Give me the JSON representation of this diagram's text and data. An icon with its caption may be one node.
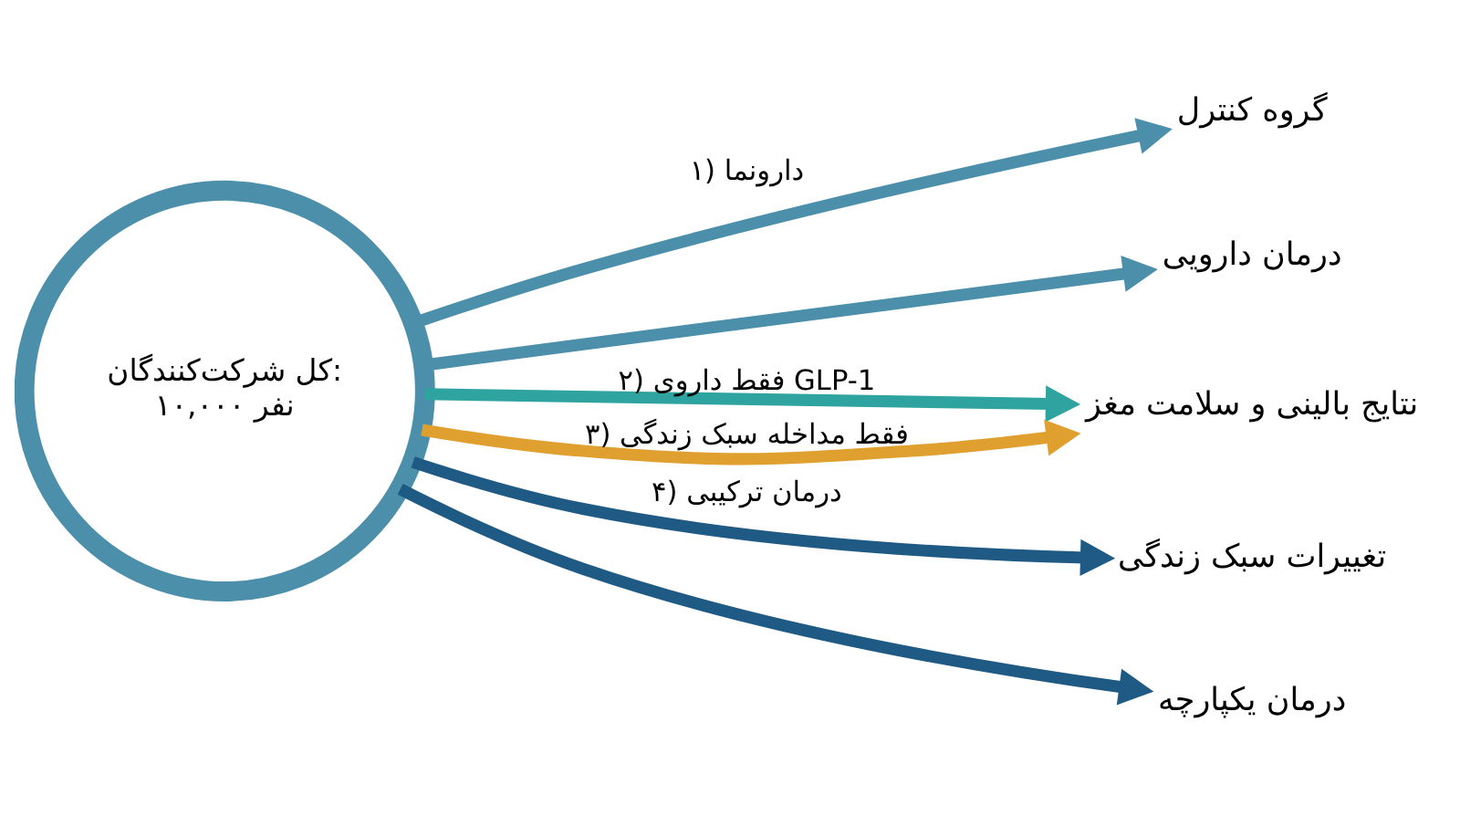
{
  "diagram": {
    "nodes": [
      {
        "text": [
          "کل شرکت‌کنندگان:",
          "۱۰,۰۰۰ نفر"
        ]
      },
      {
        "text": [
          "گروه کنترل"
        ]
      },
      {
        "text": [
          "درمان دارویی"
        ]
      },
      {
        "text": [
          "نتایج بالینی و سلامت مغز"
        ]
      },
      {
        "text": [
          "تغییرات سبک زندگی"
        ]
      },
      {
        "text": [
          "درمان یکپارچه"
        ]
      }
    ],
    "edges": [
      {
        "from": 0,
        "to": 1,
        "arrow": "to",
        "label": "۱) دارونما",
        "color": "#4b8fab"
      },
      {
        "from": 0,
        "to": 2,
        "arrow": "to",
        "color": "#4b8fab"
      },
      {
        "from": 0,
        "to": 3,
        "arrow": "to",
        "label": "۲) فقط داروی GLP-1",
        "color": "#2fa3a0"
      },
      {
        "from": 0,
        "to": 3,
        "arrow": "to",
        "label": "۳) فقط مداخله سبک زندگی",
        "color": "#e0a030"
      },
      {
        "from": 0,
        "to": 4,
        "arrow": "to",
        "label": "۴) درمان ترکیبی",
        "color": "#1f5a85"
      },
      {
        "from": 0,
        "to": 5,
        "arrow": "to",
        "color": "#1f5a85"
      }
    ]
  }
}
